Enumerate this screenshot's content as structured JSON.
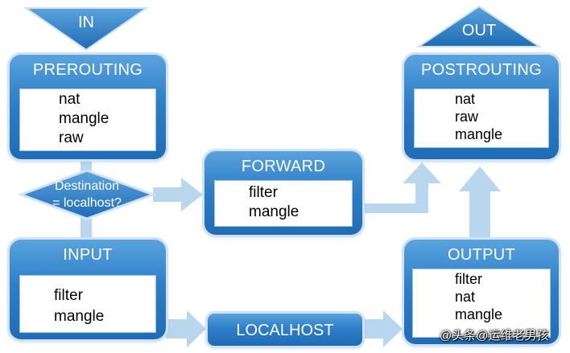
{
  "entry": {
    "label": "IN"
  },
  "exit": {
    "label": "OUT"
  },
  "decision": {
    "line1": "Destination",
    "line2": "= localhost?"
  },
  "chains": {
    "prerouting": {
      "title": "PREROUTING",
      "tables": [
        "nat",
        "mangle",
        "raw"
      ]
    },
    "forward": {
      "title": "FORWARD",
      "tables": [
        "filter",
        "mangle"
      ]
    },
    "postrouting": {
      "title": "POSTROUTING",
      "tables": [
        "nat",
        "raw",
        "mangle"
      ]
    },
    "input": {
      "title": "INPUT",
      "tables": [
        "filter",
        "mangle"
      ]
    },
    "output": {
      "title": "OUTPUT",
      "tables": [
        "filter",
        "nat",
        "mangle"
      ]
    }
  },
  "localhost": {
    "label": "LOCALHOST"
  },
  "watermark": {
    "text": "@头条@运维老男孩"
  },
  "colors": {
    "chain_blue": "#2d7fc8",
    "arrow_blue": "#b9d6ef",
    "table_bg": "#ffffff"
  }
}
